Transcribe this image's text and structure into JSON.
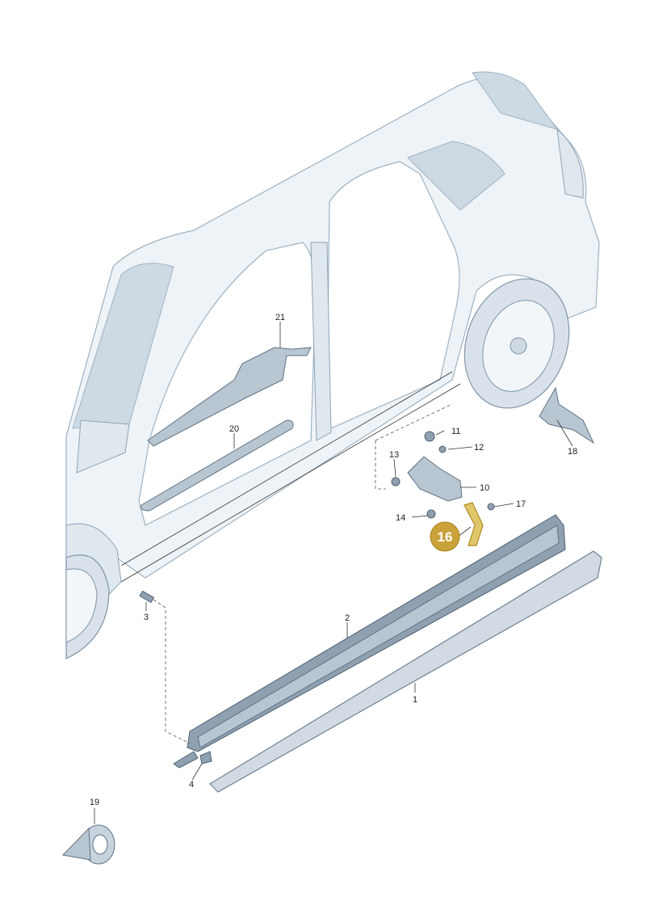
{
  "diagram": {
    "highlight": {
      "label": "16",
      "color": "#c9a23a"
    },
    "callouts": [
      "1",
      "2",
      "3",
      "4",
      "10",
      "11",
      "12",
      "13",
      "14",
      "17",
      "18",
      "19",
      "20",
      "21"
    ],
    "colors": {
      "body": "#eef3f7",
      "part": "#b8c6d2",
      "line": "#333333"
    }
  }
}
